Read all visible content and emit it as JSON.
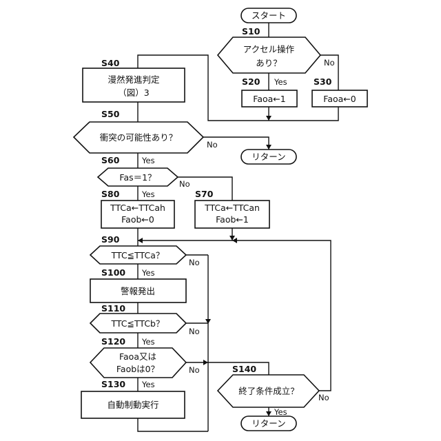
{
  "terminals": {
    "start": "スタート",
    "return1": "リターン",
    "return2": "リターン"
  },
  "steps": {
    "s10": "S10",
    "s20": "S20",
    "s30": "S30",
    "s40": "S40",
    "s50": "S50",
    "s60": "S60",
    "s70": "S70",
    "s80": "S80",
    "s90": "S90",
    "s100": "S100",
    "s110": "S110",
    "s120": "S120",
    "s130": "S130",
    "s140": "S140"
  },
  "nodes": {
    "s10_line1": "アクセル操作",
    "s10_line2": "あり？",
    "s20": "Faoa←1",
    "s30": "Faoa←0",
    "s40_line1": "漫然発進判定",
    "s40_line2": "（図）3",
    "s50": "衝突の可能性あり？",
    "s60": "Fas＝1？",
    "s70_line1": "TTCa←TTCan",
    "s70_line2": "Faob←1",
    "s80_line1": "TTCa←TTCah",
    "s80_line2": "Faob←0",
    "s90": "TTC≦TTCa？",
    "s100": "警報発出",
    "s110": "TTC≦TTCb？",
    "s120_line1": "Faoa又は",
    "s120_line2": "Faobは0？",
    "s130": "自動制動実行",
    "s140": "終了条件成立？"
  },
  "labels": {
    "yes": "Yes",
    "no": "No"
  }
}
